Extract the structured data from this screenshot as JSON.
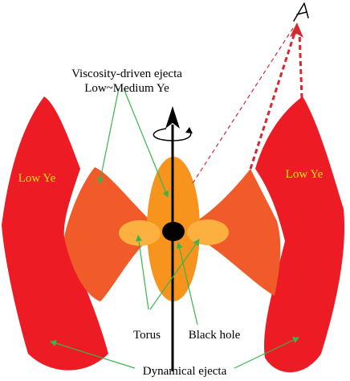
{
  "labels": {
    "viscosity_line1": "Viscosity-driven ejecta",
    "viscosity_line2": "Low~Medium Ye",
    "low_ye_left": "Low Ye",
    "low_ye_right": "Low Ye",
    "torus": "Torus",
    "black_hole": "Black hole",
    "dynamical": "Dynamical ejecta"
  },
  "colors": {
    "dynamical_ejecta": "#ed1c24",
    "viscous_lobes": "#f15a29",
    "central_ellipse": "#f7941d",
    "torus": "#fbb040",
    "black_hole": "#000000",
    "pointer_lines": "#39b54a",
    "line_of_sight": "#d7282f",
    "low_ye_text": "#ffde17"
  },
  "icons": {
    "observer": "eye-icon",
    "rotation": "rotation-arrow-icon"
  }
}
